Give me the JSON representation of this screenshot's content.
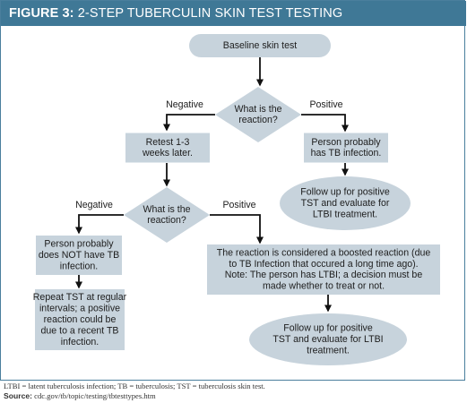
{
  "figure": {
    "label": "FIGURE 3:",
    "title": "2-STEP TUBERCULIN SKIN TEST TESTING"
  },
  "colors": {
    "title_bar": "#3f7896",
    "node_fill": "#c7d3dc",
    "arrow": "#111111",
    "frame": "#4a7f9d"
  },
  "flowchart": {
    "nodes": [
      {
        "id": "baseline",
        "shape": "rounded-rect",
        "lines": [
          "Baseline skin test"
        ]
      },
      {
        "id": "decision1",
        "shape": "diamond",
        "lines": [
          "What is the",
          "reaction?"
        ]
      },
      {
        "id": "retest",
        "shape": "rect",
        "lines": [
          "Retest 1-3",
          "weeks later."
        ]
      },
      {
        "id": "probably-tb",
        "shape": "rect",
        "lines": [
          "Person probably",
          "has TB infection."
        ]
      },
      {
        "id": "followup1",
        "shape": "ellipse",
        "lines": [
          "Follow up for positive",
          "TST and evaluate for",
          "LTBI treatment."
        ]
      },
      {
        "id": "decision2",
        "shape": "diamond",
        "lines": [
          "What is the",
          "reaction?"
        ]
      },
      {
        "id": "no-tb",
        "shape": "rect",
        "lines": [
          "Person probably",
          "does NOT have TB",
          "infection."
        ]
      },
      {
        "id": "boosted",
        "shape": "rect",
        "lines": [
          "The reaction is considered a boosted reaction (due",
          "to TB Infection that occured a long time ago).",
          "Note: The person has LTBI; a decision must be",
          "made whether to treat or not."
        ]
      },
      {
        "id": "repeat-tst",
        "shape": "rect",
        "lines": [
          "Repeat TST at regular",
          "intervals; a positive",
          "reaction could be",
          "due to a recent TB",
          "infection."
        ]
      },
      {
        "id": "followup2",
        "shape": "ellipse",
        "lines": [
          "Follow up for positive",
          "TST and evaluate for LTBI",
          "treatment."
        ]
      }
    ],
    "edges": [
      {
        "from": "baseline",
        "to": "decision1",
        "label": ""
      },
      {
        "from": "decision1",
        "to": "retest",
        "label": "Negative"
      },
      {
        "from": "decision1",
        "to": "probably-tb",
        "label": "Positive"
      },
      {
        "from": "probably-tb",
        "to": "followup1",
        "label": ""
      },
      {
        "from": "retest",
        "to": "decision2",
        "label": ""
      },
      {
        "from": "decision2",
        "to": "no-tb",
        "label": "Negative"
      },
      {
        "from": "decision2",
        "to": "boosted",
        "label": "Positive"
      },
      {
        "from": "no-tb",
        "to": "repeat-tst",
        "label": ""
      },
      {
        "from": "boosted",
        "to": "followup2",
        "label": ""
      }
    ]
  },
  "footer": {
    "abbreviations": "LTBI = latent tuberculosis infection; TB = tuberculosis; TST = tuberculosis skin test.",
    "source_label": "Source:",
    "source_text": "cdc.gov/tb/topic/testing/tbtesttypes.htm"
  }
}
